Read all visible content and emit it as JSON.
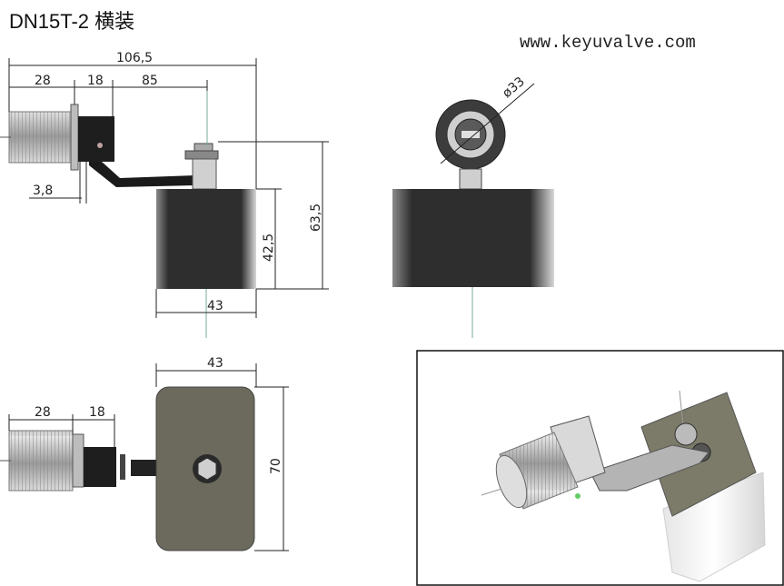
{
  "header": {
    "title": "DN15T-2 横装",
    "url": "www.keyuvalve.com"
  },
  "side_view": {
    "total_length": "106,5",
    "thread_length": "28",
    "flange_length": "18",
    "arm_length": "85",
    "offset": "3,8",
    "float_height": "42,5",
    "overall_height": "63,5",
    "float_width": "43"
  },
  "front_view": {
    "diameter": "ø33"
  },
  "top_view": {
    "thread_length": "28",
    "flange_length": "18",
    "float_width": "43",
    "float_length": "70"
  }
}
